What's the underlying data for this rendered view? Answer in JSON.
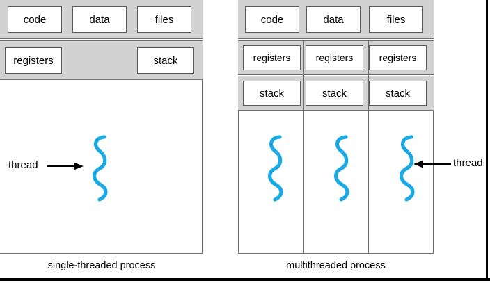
{
  "figure": {
    "title": "single-threaded and multithreaded process diagram",
    "colors": {
      "thread_blue": "#19a9e5",
      "process_gray": "#d2d2d2",
      "box_white": "#ffffff",
      "border_gray": "#6e6e6e",
      "text_black": "#000000"
    }
  },
  "single_threaded": {
    "caption": "single-threaded process",
    "shared_row": [
      {
        "label": "code"
      },
      {
        "label": "data"
      },
      {
        "label": "files"
      }
    ],
    "per_thread_row": [
      {
        "label": "registers"
      },
      {
        "label": "stack"
      }
    ],
    "threads": [
      {
        "name": "thread-1",
        "label": "thread"
      }
    ],
    "annotation": {
      "label": "thread",
      "arrow": "arrow-right"
    }
  },
  "multithreaded": {
    "caption": "multithreaded process",
    "shared_row": [
      {
        "label": "code"
      },
      {
        "label": "data"
      },
      {
        "label": "files"
      }
    ],
    "registers_row": [
      {
        "label": "registers"
      },
      {
        "label": "registers"
      },
      {
        "label": "registers"
      }
    ],
    "stack_row": [
      {
        "label": "stack"
      },
      {
        "label": "stack"
      },
      {
        "label": "stack"
      }
    ],
    "threads": [
      {
        "name": "thread-1"
      },
      {
        "name": "thread-2"
      },
      {
        "name": "thread-3"
      }
    ],
    "annotation": {
      "label": "thread",
      "arrow": "arrow-left"
    }
  }
}
